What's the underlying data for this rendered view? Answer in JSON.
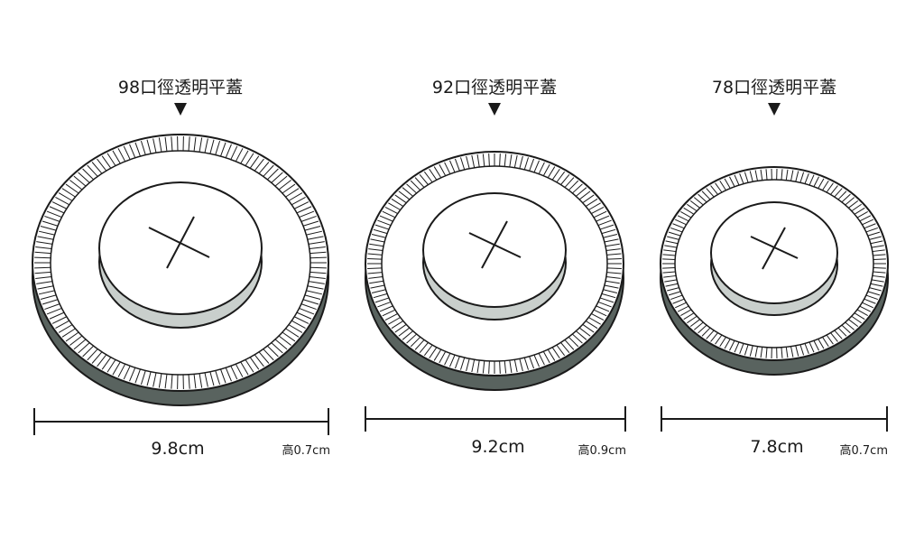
{
  "colors": {
    "stroke": "#1a1a1a",
    "rim_dark": "#59635f",
    "rim_mid": "#9aa19e",
    "face": "#ffffff",
    "cap_side": "#c9cfcc"
  },
  "lids": [
    {
      "title": "98口徑透明平蓋",
      "diameter": "9.8cm",
      "height": "高0.7cm",
      "pointer_icon": "down-triangle-icon",
      "cross_icon": "cross-icon"
    },
    {
      "title": "92口徑透明平蓋",
      "diameter": "9.2cm",
      "height": "高0.9cm",
      "pointer_icon": "down-triangle-icon",
      "cross_icon": "cross-icon"
    },
    {
      "title": "78口徑透明平蓋",
      "diameter": "7.8cm",
      "height": "高0.7cm",
      "pointer_icon": "down-triangle-icon",
      "cross_icon": "cross-icon"
    }
  ]
}
